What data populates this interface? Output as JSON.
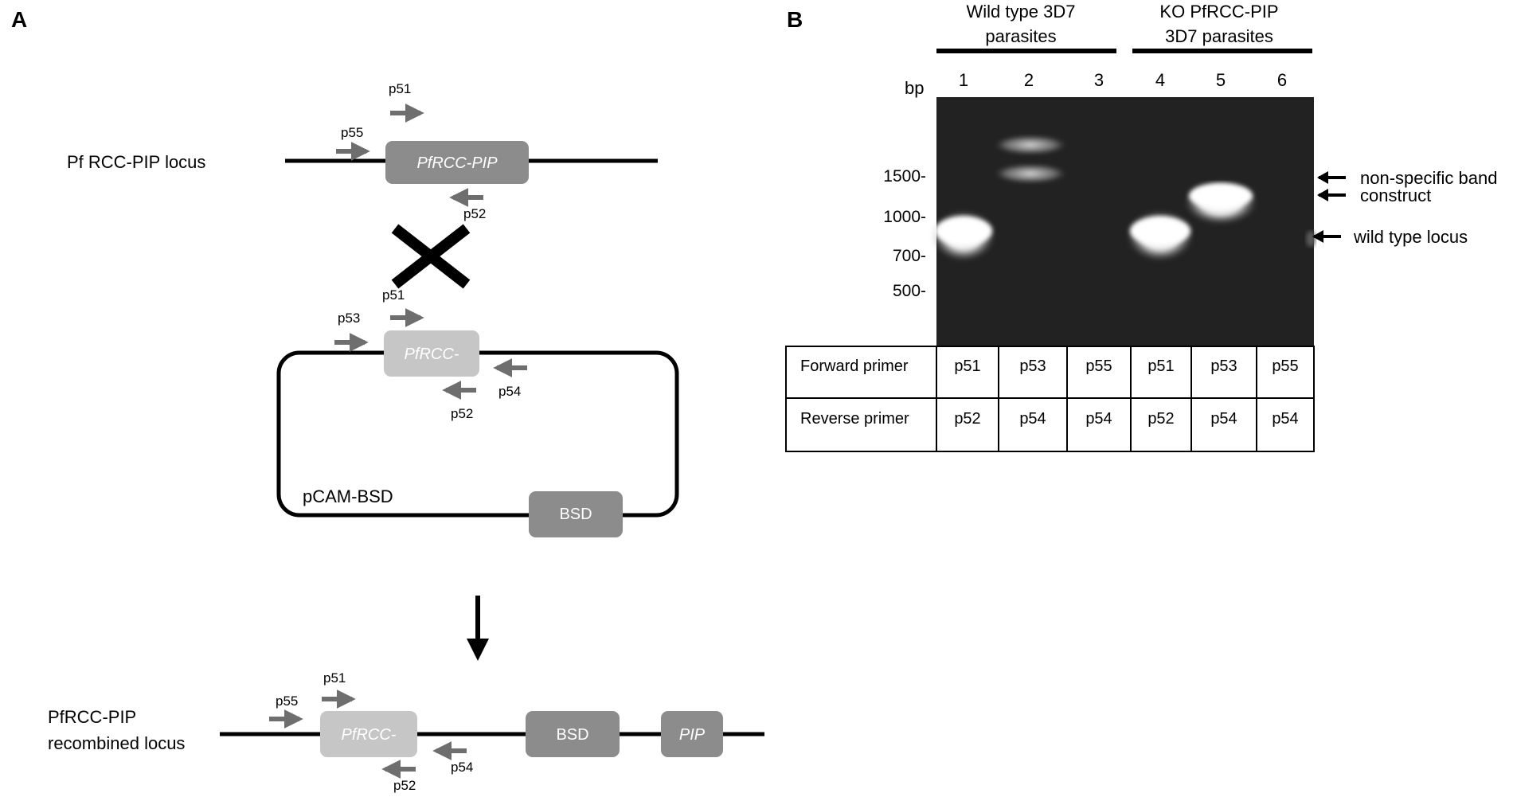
{
  "panel_a": {
    "letter": "A",
    "locus_label": "Pf RCC-PIP locus",
    "locus_gene": "PfRCC-PIP",
    "plasmid_gene": "PfRCC-",
    "plasmid_label": "pCAM-BSD",
    "plasmid_marker": "BSD",
    "recombined_label_line1": "PfRCC-PIP",
    "recombined_label_line2": "recombined locus",
    "recombined_gene": "PfRCC-",
    "recombined_marker": "BSD",
    "recombined_tail": "PIP",
    "primers": {
      "top_p51": "p51",
      "top_p55": "p55",
      "top_p52": "p52",
      "mid_p51": "p51",
      "mid_p53": "p53",
      "mid_p54": "p54",
      "mid_p52": "p52",
      "bot_p51": "p51",
      "bot_p55": "p55",
      "bot_p54": "p54",
      "bot_p52": "p52"
    },
    "colors": {
      "dark_box": "#8c8c8c",
      "light_box": "#c6c6c6",
      "arrow": "#6e6e6e",
      "line": "#000000"
    }
  },
  "panel_b": {
    "letter": "B",
    "group1_line1": "Wild type 3D7",
    "group1_line2": "parasites",
    "group2_line1": "KO PfRCC-PIP",
    "group2_line2": "3D7 parasites",
    "bp_label": "bp",
    "lanes": [
      "1",
      "2",
      "3",
      "4",
      "5",
      "6"
    ],
    "markers": [
      "1500-",
      "1000-",
      "700-",
      "500-"
    ],
    "annotations": [
      "non-specific band",
      "construct",
      "wild type locus"
    ],
    "table": {
      "rows": [
        {
          "label": "Forward primer",
          "cells": [
            "p51",
            "p53",
            "p55",
            "p51",
            "p53",
            "p55"
          ]
        },
        {
          "label": "Reverse primer",
          "cells": [
            "p52",
            "p54",
            "p54",
            "p52",
            "p54",
            "p54"
          ]
        }
      ]
    },
    "colors": {
      "gel": "#222222",
      "band": "#ffffff"
    }
  }
}
